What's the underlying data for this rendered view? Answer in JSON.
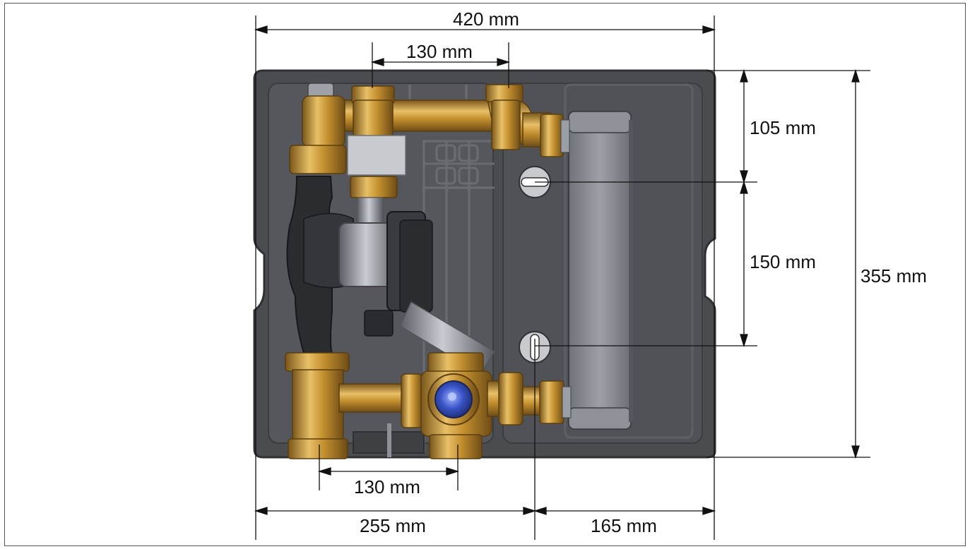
{
  "dimensions": {
    "total_width": "420 mm",
    "top_connection_spacing": "130 mm",
    "bottom_connection_spacing": "130 mm",
    "left_to_mount": "255 mm",
    "mount_to_right": "165 mm",
    "top_to_upper_mount": "105 mm",
    "mount_spacing": "150 mm",
    "total_height": "355 mm"
  },
  "colors": {
    "housing": "#4a4c50",
    "housing_edge": "#2e3034",
    "brass": "#b8862e",
    "brass_light": "#e0b45a",
    "brass_dark": "#7a561a",
    "pump": "#2b2c30",
    "exchanger": "#8a8d94",
    "valve_blue": "#3b55c8"
  }
}
